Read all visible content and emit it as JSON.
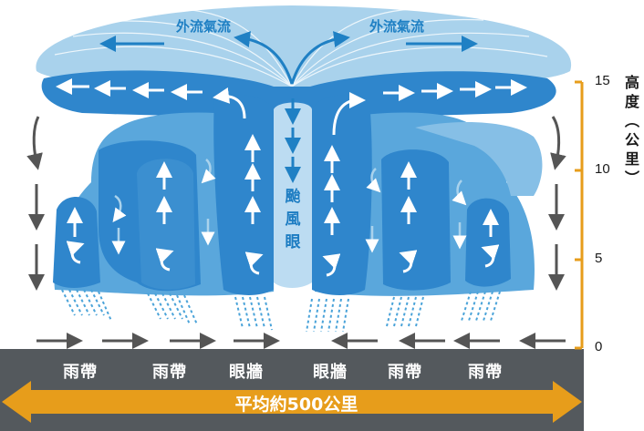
{
  "colors": {
    "cloud_light": "#a9d2ec",
    "cloud_mid": "#5aa7dc",
    "cloud_dark": "#2f86cc",
    "eye_wall_pale": "#bcdcf2",
    "ground": "#54595d",
    "accent_orange": "#e79d1b",
    "rain": "#4aa3d9",
    "arrow_white": "#ffffff",
    "arrow_dark": "#555555"
  },
  "outflow": {
    "left_label": "外流氣流",
    "right_label": "外流氣流"
  },
  "eye_label": [
    "颱",
    "風",
    "眼"
  ],
  "altitude_axis": {
    "title": [
      "高",
      "度",
      "︵",
      "公",
      "里",
      "︶"
    ],
    "ticks": [
      "15",
      "10",
      "5",
      "0"
    ],
    "tick_values": [
      15,
      10,
      5,
      0
    ]
  },
  "bands": [
    "雨帶",
    "雨帶",
    "眼牆",
    "眼牆",
    "雨帶",
    "雨帶"
  ],
  "distance_label": "平均約500公里",
  "icons": {
    "white_arrows": "up-arrow-icon",
    "dark_arrows": "down-arrow-icon",
    "rain": "rain-streak-icon"
  }
}
